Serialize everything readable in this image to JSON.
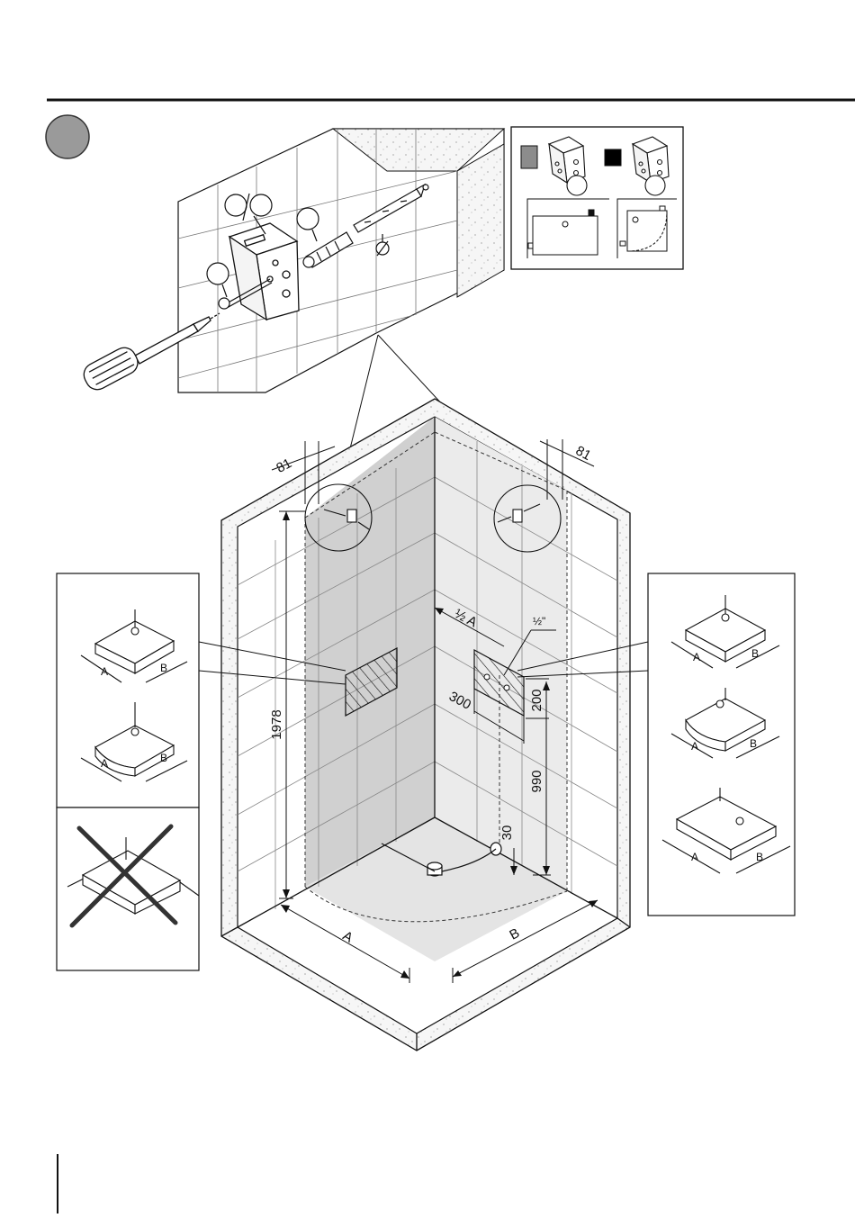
{
  "step_marker": {
    "fill": "#9a9a9a"
  },
  "colors": {
    "wall_shaded": "#d0d0d0",
    "wall_light": "#ebebeb",
    "floor": "#e4e4e4",
    "line": "#111111",
    "swatch_grey": "#8c8c8c",
    "swatch_black": "#000000"
  },
  "dimensions": {
    "left_offset": "81",
    "right_offset": "81",
    "height": "1978",
    "half_a": "½ A",
    "pipe": "½\"",
    "hatch_width": "300",
    "hatch_height": "200",
    "outlet_height": "990",
    "outlet_offset": "30",
    "floor_a": "A",
    "floor_b": "B"
  },
  "tray_labels": {
    "a": "A",
    "b": "B"
  },
  "icons": {
    "screwdriver": "screwdriver-icon",
    "bracket": "wall-bracket-icon",
    "dowel": "wall-plug-icon",
    "drill": "drill-bit-icon",
    "cross": "not-allowed-icon"
  }
}
